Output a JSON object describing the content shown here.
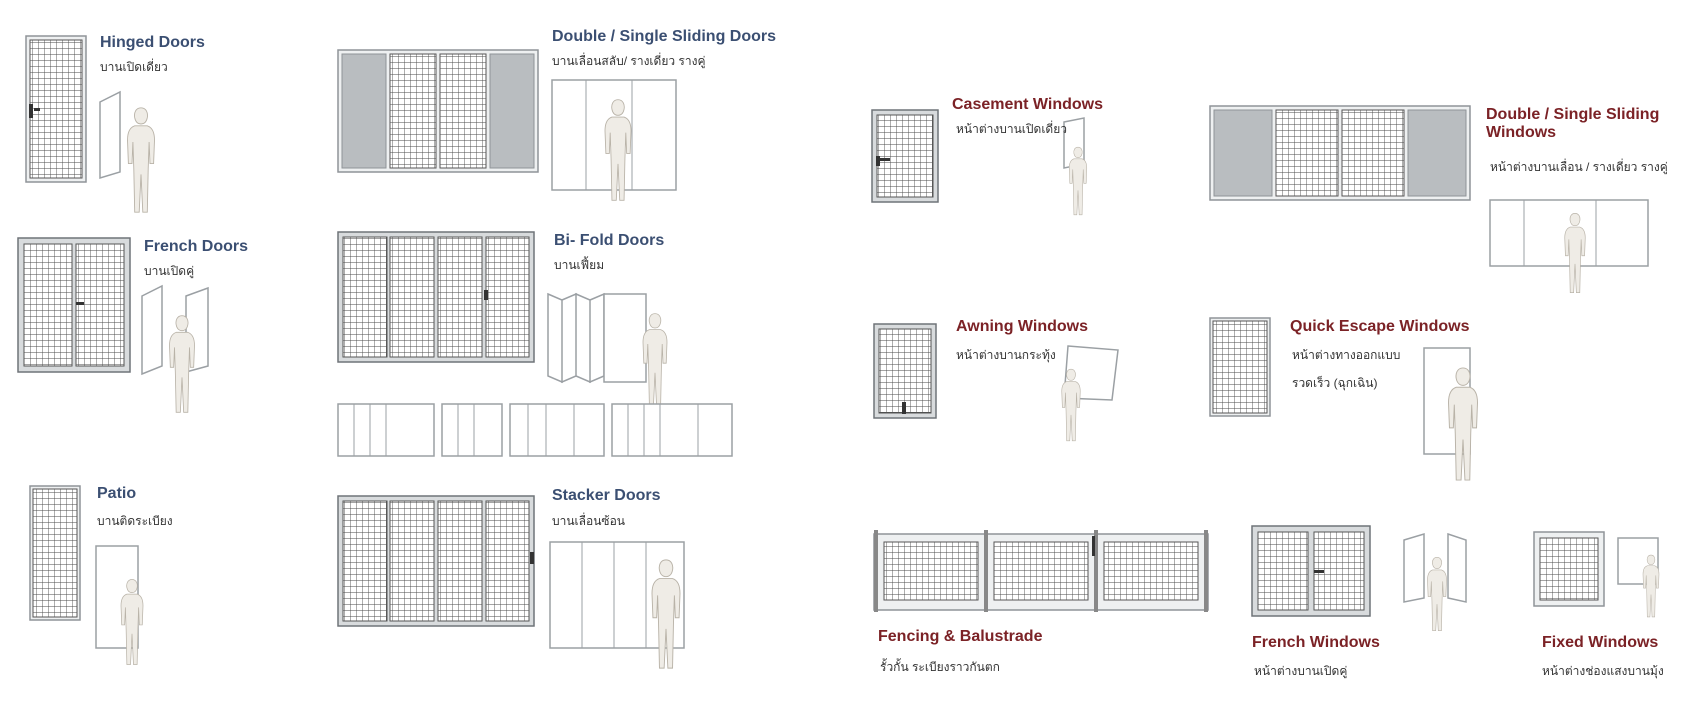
{
  "doors": {
    "hinged": {
      "title": "Hinged Doors",
      "subtitle": "บานเปิดเดี่ยว"
    },
    "double_sliding": {
      "title": "Double / Single Sliding Doors",
      "subtitle": "บานเลื่อนสลับ/ รางเดี่ยว รางคู่"
    },
    "french": {
      "title": "French Doors",
      "subtitle": "บานเปิดคู่"
    },
    "bifold": {
      "title": "Bi- Fold Doors",
      "subtitle": "บานเฟี้ยม"
    },
    "patio": {
      "title": "Patio",
      "subtitle": "บานติดระเบียง"
    },
    "stacker": {
      "title": "Stacker Doors",
      "subtitle": "บานเลื่อนซ้อน"
    }
  },
  "windows": {
    "casement": {
      "title": "Casement Windows",
      "subtitle": "หน้าต่างบานเปิดเดี่ยว"
    },
    "double_sliding": {
      "title": "Double / Single Sliding Windows",
      "subtitle": "หน้าต่างบานเลื่อน / รางเดี่ยว รางคู่"
    },
    "awning": {
      "title": "Awning Windows",
      "subtitle": "หน้าต่างบานกระทุ้ง"
    },
    "quick_escape": {
      "title": "Quick Escape Windows",
      "subtitle_line1": "หน้าต่างทางออกแบบ",
      "subtitle_line2": "รวดเร็ว (ฉุกเฉิน)"
    },
    "fencing": {
      "title": "Fencing & Balustrade",
      "subtitle": "รั้วกั้น ระเบียงราวกันตก"
    },
    "french": {
      "title": "French Windows",
      "subtitle": "หน้าต่างบานเปิดคู่"
    },
    "fixed": {
      "title": "Fixed Windows",
      "subtitle": "หน้าต่างช่องแสงบานมุ้ง"
    }
  },
  "colors": {
    "door_title": "#3b4f72",
    "window_title": "#7b2226",
    "mesh": "#555555",
    "frame": "#8f9498"
  },
  "icons": [
    "mesh-panel-icon",
    "person-silhouette-icon",
    "door-opening-icon"
  ]
}
